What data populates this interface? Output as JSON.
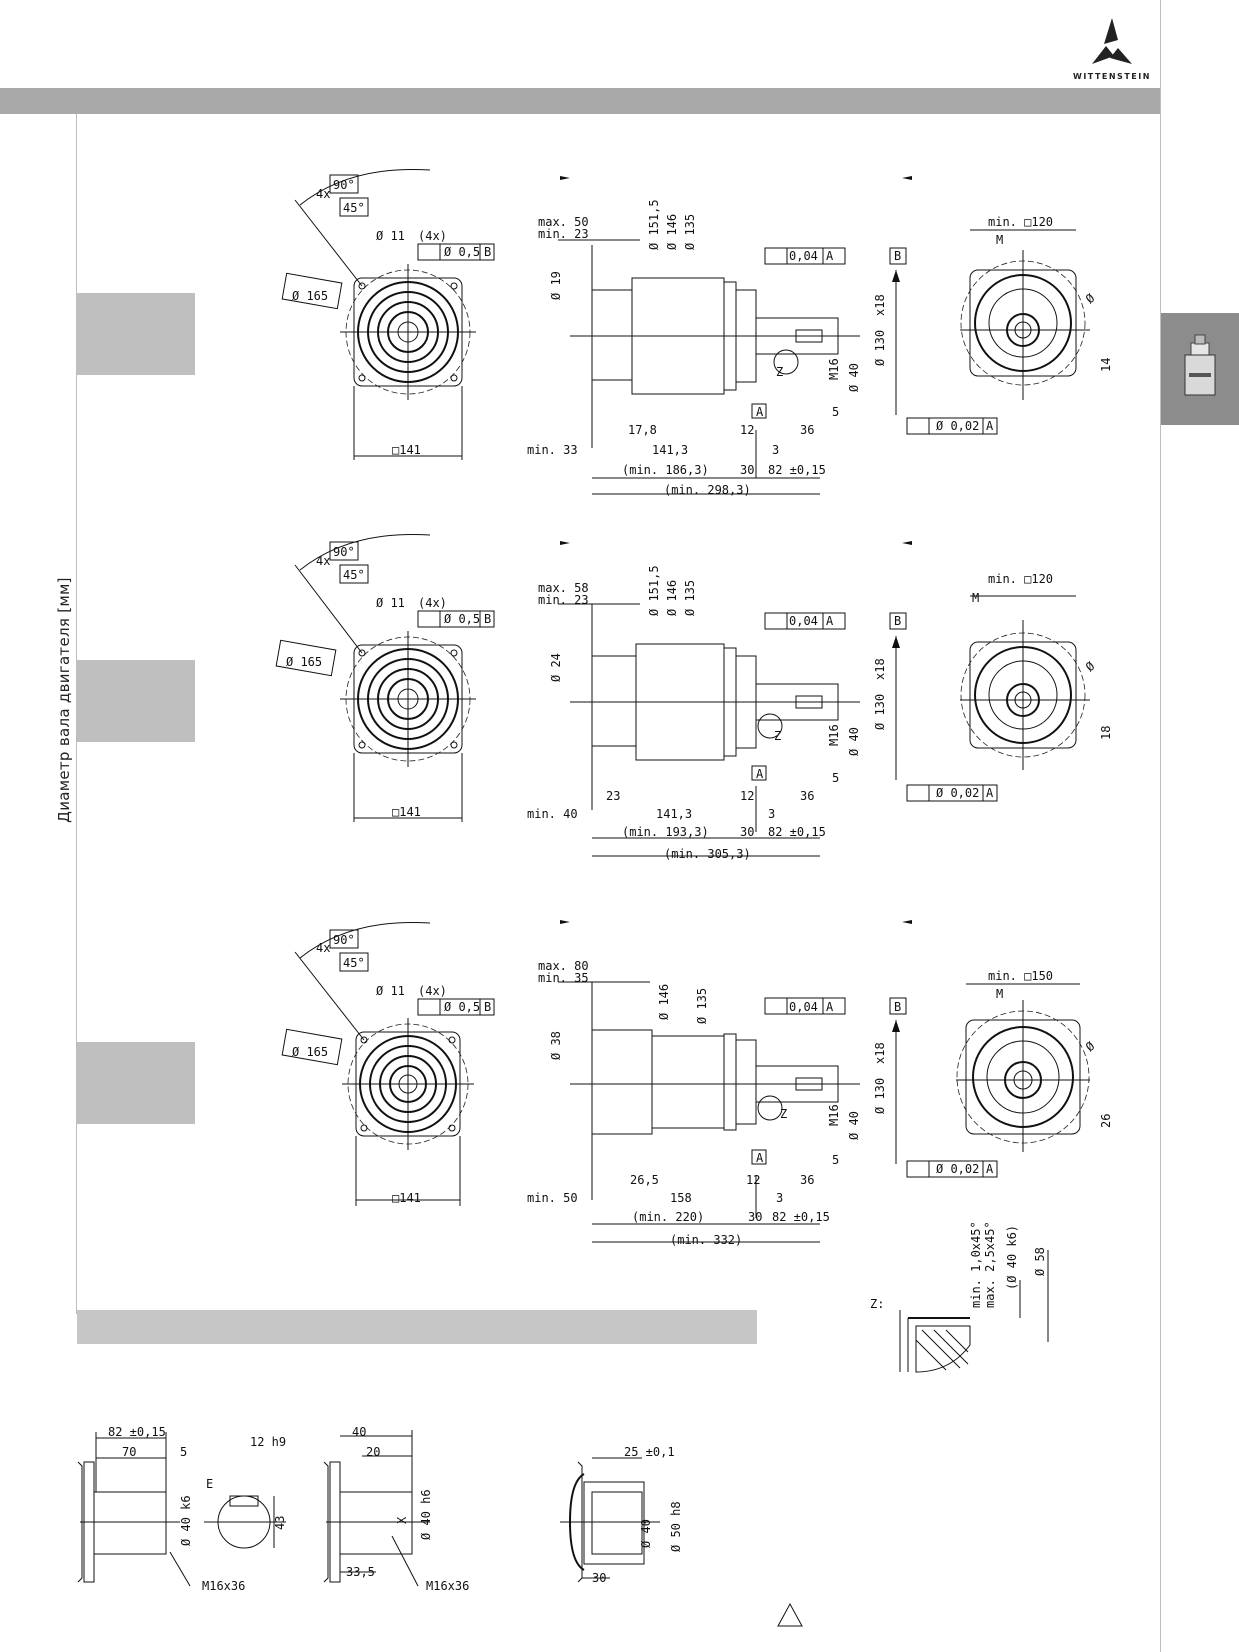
{
  "brand": {
    "name": "WITTENSTEIN"
  },
  "side_label": "Диаметр вала двигателя [мм]",
  "variant_1": {
    "flange_angle_a": "90°",
    "flange_angle_b": "45°",
    "flange_count": "4x",
    "hole": "Ø 11",
    "hole_count": "(4x)",
    "hole_tol": "Ø 0,5",
    "pcd": "Ø 165",
    "square": "□141",
    "max_min_top": "max. 50",
    "max_min_bot": "min. 23",
    "bore": "Ø 19",
    "d1": "Ø 151,5",
    "d2": "Ø 146",
    "d3": "Ø 135",
    "runout": "0,04",
    "datum_a": "A",
    "datum_b": "B",
    "shaft_d": "Ø 40",
    "shaft_t": "M16",
    "centering": "Ø 130",
    "centering_x": "x18",
    "z": "Z",
    "dim_5": "5",
    "dim_36": "36",
    "dim_12": "12",
    "dim_3": "3",
    "dim_a": "17,8",
    "dim_b": "141,3",
    "dim_min": "min. 33",
    "dim_30": "30",
    "dim_82": "82 ±0,15",
    "dim_total1": "(min. 186,3)",
    "dim_total2": "(min. 298,3)",
    "flatness": "Ø 0,02",
    "front_top": "min. □120",
    "front_m": "M",
    "front_d": "Ø",
    "front_keyw": "14"
  },
  "variant_2": {
    "flange_angle_a": "90°",
    "flange_angle_b": "45°",
    "flange_count": "4x",
    "hole": "Ø 11",
    "hole_count": "(4x)",
    "hole_tol": "Ø 0,5",
    "pcd": "Ø 165",
    "square": "□141",
    "max_min_top": "max. 58",
    "max_min_bot": "min. 23",
    "bore": "Ø 24",
    "d1": "Ø 151,5",
    "d2": "Ø 146",
    "d3": "Ø 135",
    "runout": "0,04",
    "datum_a": "A",
    "datum_b": "B",
    "shaft_d": "Ø 40",
    "shaft_t": "M16",
    "centering": "Ø 130",
    "centering_x": "x18",
    "z": "Z",
    "dim_5": "5",
    "dim_36": "36",
    "dim_12": "12",
    "dim_3": "3",
    "dim_a": "23",
    "dim_b": "141,3",
    "dim_min": "min. 40",
    "dim_30": "30",
    "dim_82": "82 ±0,15",
    "dim_total1": "(min. 193,3)",
    "dim_total2": "(min. 305,3)",
    "flatness": "Ø 0,02",
    "front_top": "min. □120",
    "front_m": "M",
    "front_d": "Ø",
    "front_keyw": "18"
  },
  "variant_3": {
    "flange_angle_a": "90°",
    "flange_angle_b": "45°",
    "flange_count": "4x",
    "hole": "Ø 11",
    "hole_count": "(4x)",
    "hole_tol": "Ø 0,5",
    "pcd": "Ø 165",
    "square": "□141",
    "max_min_top": "max. 80",
    "max_min_bot": "min. 35",
    "bore": "Ø 38",
    "d1": "",
    "d2": "Ø 146",
    "d3": "Ø 135",
    "runout": "0,04",
    "datum_a": "A",
    "datum_b": "B",
    "shaft_d": "Ø 40",
    "shaft_t": "M16",
    "centering": "Ø 130",
    "centering_x": "x18",
    "z": "Z",
    "dim_5": "5",
    "dim_36": "36",
    "dim_12": "12",
    "dim_3": "3",
    "dim_a": "26,5",
    "dim_b": "158",
    "dim_min": "min. 50",
    "dim_30": "30",
    "dim_82": "82 ±0,15",
    "dim_total1": "(min. 220)",
    "dim_total2": "(min. 332)",
    "flatness": "Ø 0,02",
    "front_top": "min. □150",
    "front_m": "M",
    "front_d": "Ø",
    "front_keyw": "26"
  },
  "detail_z": {
    "label": "Z:",
    "chamfer1": "min. 1,0x45°",
    "chamfer2": "max. 2,5x45°",
    "d_in": "(Ø 40 k6)",
    "d_out": "Ø 58"
  },
  "bottom": {
    "key": {
      "len": "82 ±0,15",
      "l70": "70",
      "l5": "5",
      "w": "12 h9",
      "e": "E",
      "d": "Ø 40 k6",
      "h": "43",
      "thread": "M16x36"
    },
    "smooth": {
      "l40": "40",
      "l20": "20",
      "x": "X",
      "d": "Ø 40 h6",
      "l33": "33,5",
      "thread": "M16x36"
    },
    "hollow": {
      "l25": "25 ±0,1",
      "d1": "Ø 40",
      "d2": "Ø 50 h8",
      "l30": "30"
    }
  }
}
